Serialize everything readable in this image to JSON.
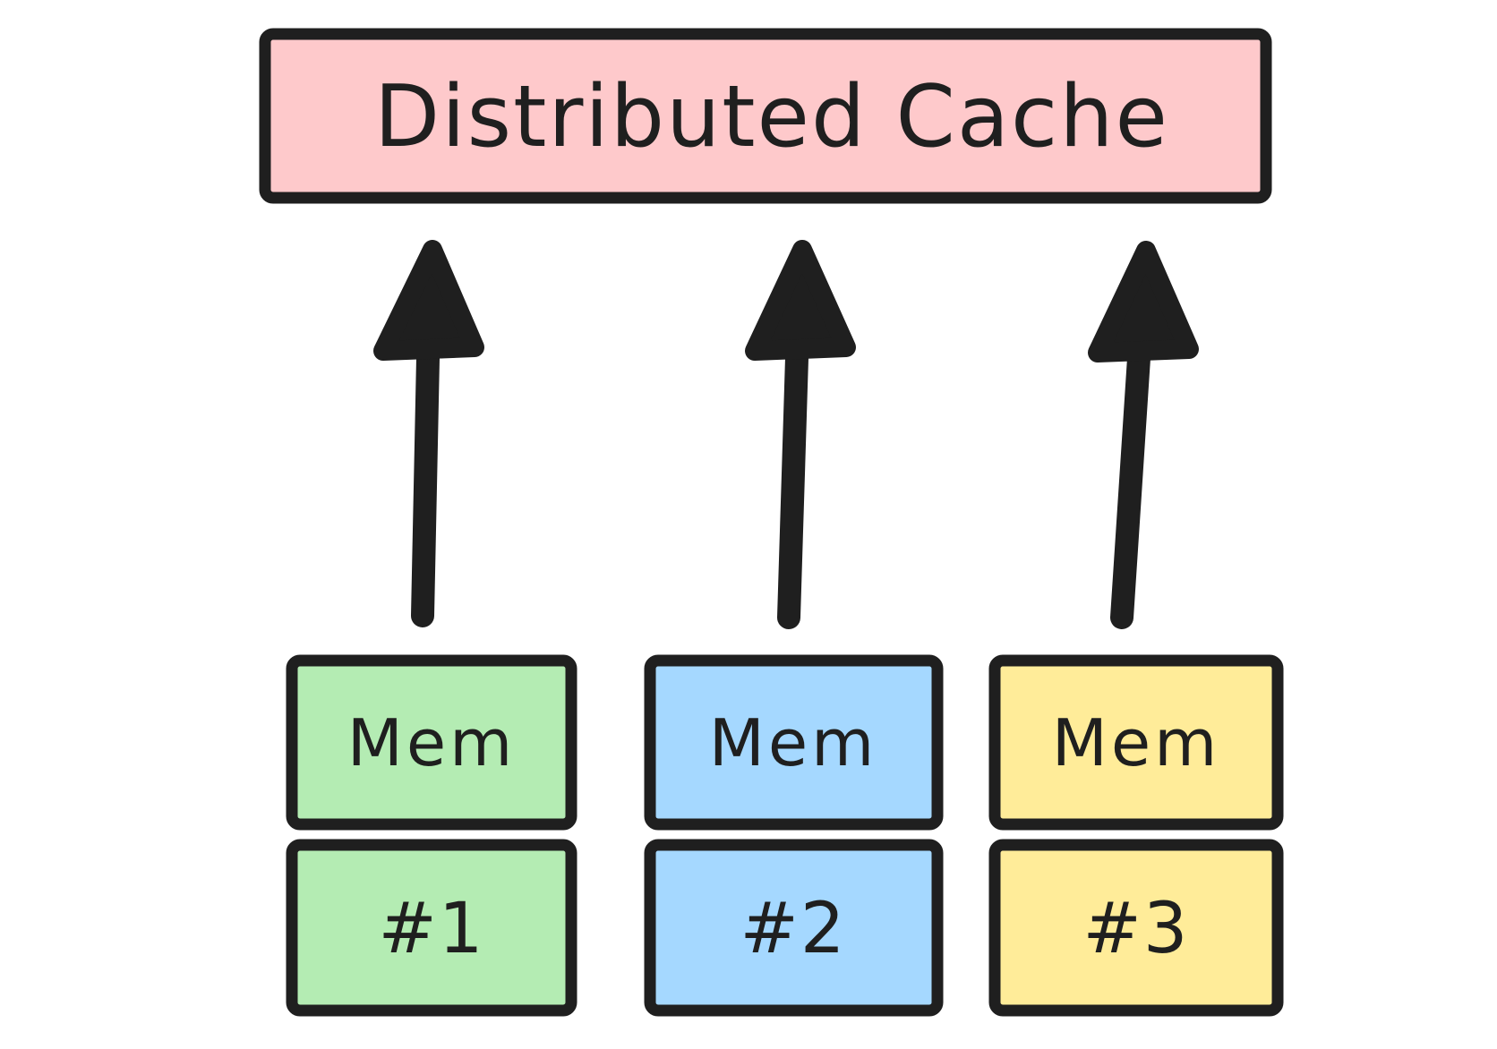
{
  "diagram": {
    "background_color": "#ffffff",
    "stroke_color": "#1f1f1f",
    "text_color": "#1f1f1f",
    "cache": {
      "label": "Distributed Cache",
      "fill": "#fec9cb"
    },
    "memcached_nodes": [
      {
        "top_label": "Mem",
        "bottom_label": "#1",
        "fill": "#b4ecb3"
      },
      {
        "top_label": "Mem",
        "bottom_label": "#2",
        "fill": "#a5d8ff"
      },
      {
        "top_label": "Mem",
        "bottom_label": "#3",
        "fill": "#ffec99"
      }
    ]
  }
}
